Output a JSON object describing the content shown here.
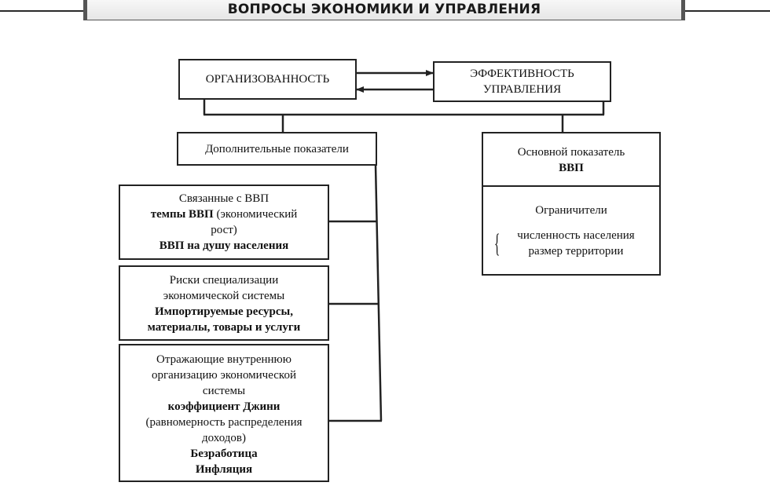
{
  "header": {
    "title": "ВОПРОСЫ ЭКОНОМИКИ И УПРАВЛЕНИЯ"
  },
  "diagram": {
    "organization": {
      "text": "ОРГАНИЗОВАННОСТЬ"
    },
    "efficiency": {
      "line1": "ЭФФЕКТИВНОСТЬ",
      "line2": "УПРАВЛЕНИЯ"
    },
    "additional": {
      "text": "Дополнительные показатели"
    },
    "main_indicator": {
      "line1": "Основной показатель",
      "line2": "ВВП"
    },
    "limiters": {
      "title": "Ограничители",
      "items": [
        "численность населения",
        "размер территории"
      ],
      "brace": "{"
    },
    "gdp_related": {
      "line1": "Связанные с ВВП",
      "line2_bold": "темпы ВВП",
      "line2_rest": " (экономический",
      "line3": "рост)",
      "line4": "ВВП на душу населения"
    },
    "risks": {
      "line1": "Риски специализации",
      "line2": "экономической системы",
      "line3": "Импортируемые ресурсы,",
      "line4": "материалы, товары и услуги"
    },
    "internal": {
      "line1": "Отражающие внутреннюю",
      "line2": "организацию экономической",
      "line3": "системы",
      "line4": "коэффициент Джини",
      "line5": "(равномерность распределения",
      "line6": "доходов)",
      "line7": "Безработица",
      "line8": "Инфляция"
    }
  }
}
